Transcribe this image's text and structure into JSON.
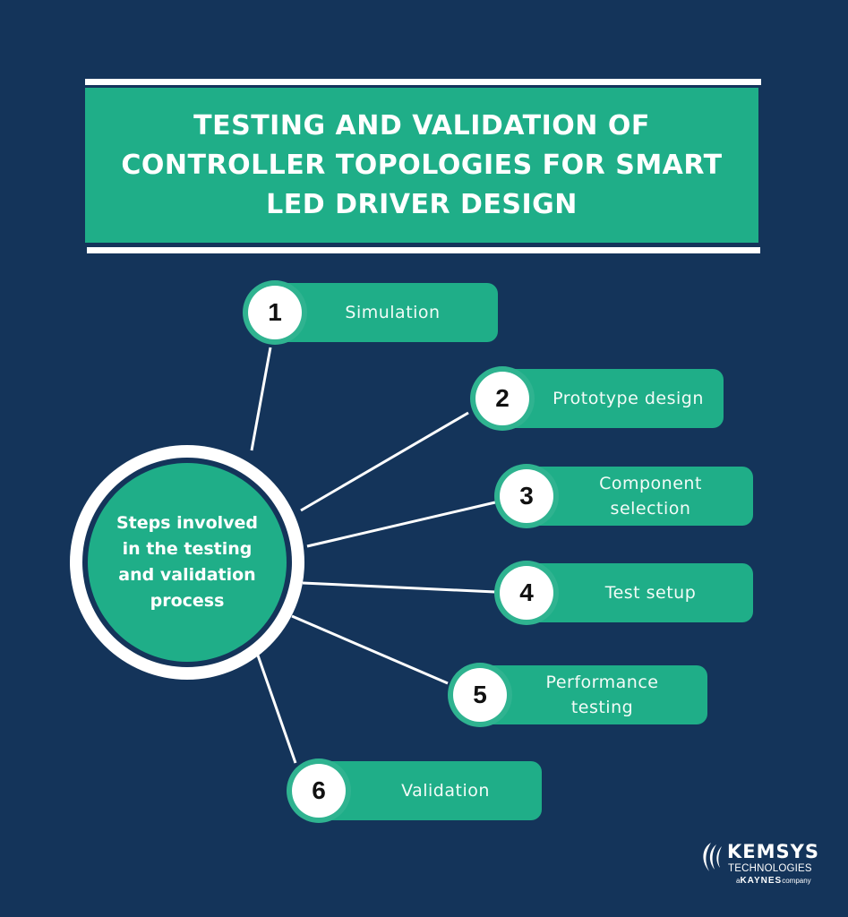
{
  "header": {
    "title": "TESTING AND VALIDATION OF CONTROLLER TOPOLOGIES FOR SMART LED DRIVER DESIGN"
  },
  "hub": {
    "label": "Steps involved in the testing and validation process"
  },
  "steps": [
    {
      "number": "1",
      "label": "Simulation"
    },
    {
      "number": "2",
      "label": "Prototype design"
    },
    {
      "number": "3",
      "label": "Component selection"
    },
    {
      "number": "4",
      "label": "Test setup"
    },
    {
      "number": "5",
      "label": "Performance testing"
    },
    {
      "number": "6",
      "label": "Validation"
    }
  ],
  "logo": {
    "name": "KEMSYS",
    "subtitle": "TECHNOLOGIES",
    "tagline_prefix": "a",
    "tagline_brand": "KAYNES",
    "tagline_suffix": "company"
  },
  "colors": {
    "background": "#14345a",
    "accent": "#1fae88",
    "white": "#ffffff"
  }
}
